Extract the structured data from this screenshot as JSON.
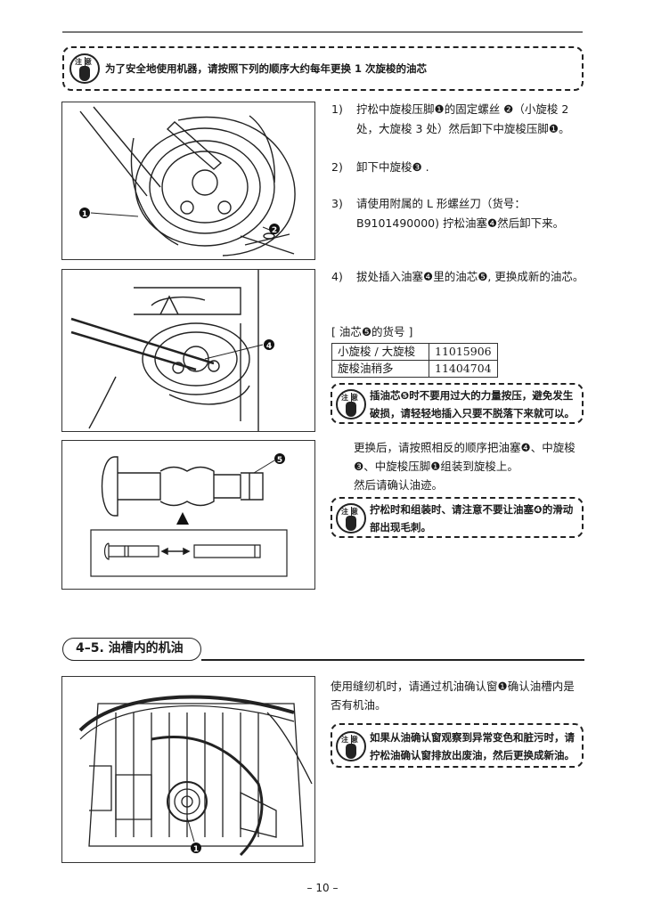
{
  "top_caution": {
    "icon_label": "注意",
    "text": "为了安全地使用机器，请按照下列的顺序大约每年更换 1 次旋梭的油芯"
  },
  "callouts": {
    "c1": "❶",
    "c2": "❷",
    "c4": "❹",
    "c5": "❺"
  },
  "steps": [
    {
      "num": "1)",
      "lines": [
        "拧松中旋梭压脚❶的固定螺丝 ❷（小旋梭 2",
        "处，大旋梭 3 处）然后卸下中旋梭压脚❶。"
      ]
    },
    {
      "num": "2)",
      "lines": [
        "卸下中旋梭❸ ."
      ]
    },
    {
      "num": "3)",
      "lines": [
        "请使用附属的 L 形螺丝刀（货号：",
        "B9101490000) 拧松油塞❹然后卸下来。"
      ]
    },
    {
      "num": "4)",
      "lines": [
        "拔处插入油塞❹里的油芯❺, 更换成新的油芯。"
      ]
    }
  ],
  "part_no": {
    "heading": "[ 油芯❺的货号 ]",
    "rows": [
      {
        "label": "小旋梭 / 大旋梭",
        "value": "11015906"
      },
      {
        "label": "旋梭油稍多",
        "value": "11404704"
      }
    ]
  },
  "caution2": {
    "icon_label": "注意",
    "lines": [
      "插油芯❺时不要用过大的力量按压，避免发生",
      "破损，请轻轻地插入只要不脱落下来就可以。"
    ]
  },
  "reassemble": {
    "lines": [
      "更换后，请按照相反的顺序把油塞❹、中旋梭",
      "❸、中旋梭压脚❶组装到旋梭上。",
      "然后请确认油迹。"
    ]
  },
  "caution3": {
    "icon_label": "注意",
    "lines": [
      "拧松时和组装时、请注意不要让油塞❹的滑动",
      "部出现毛刺。"
    ]
  },
  "section": {
    "title": "4–5. 油槽内的机油"
  },
  "oil_check": {
    "lines": [
      "使用缝纫机时，请通过机油确认窗❶确认油槽内是",
      "否有机油。"
    ]
  },
  "caution4": {
    "icon_label": "注意",
    "lines": [
      "如果从油确认窗观察到异常变色和脏污时，请",
      "拧松油确认窗排放出废油，然后更换成新油。"
    ]
  },
  "page_number": "– 10 –"
}
